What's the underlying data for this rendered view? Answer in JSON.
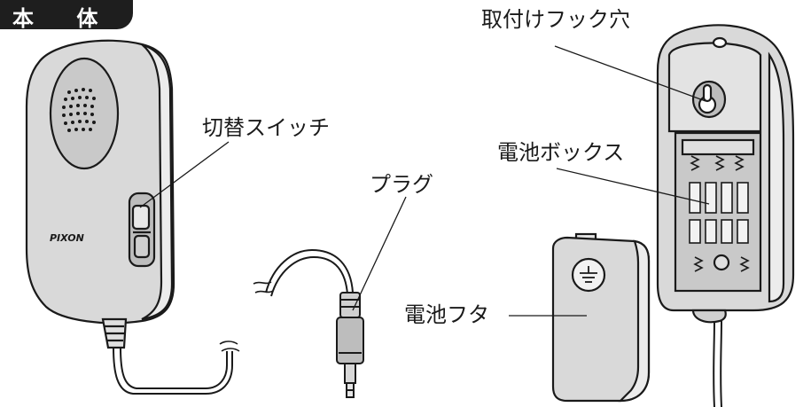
{
  "header": {
    "title": "本 体"
  },
  "device": {
    "brand_logo": "PIXON"
  },
  "labels": {
    "switch": "切替スイッチ",
    "plug": "プラグ",
    "hook_hole": "取付けフック穴",
    "battery_box": "電池ボックス",
    "battery_cover": "電池フタ"
  },
  "colors": {
    "body_fill": "#d9d9d9",
    "outline": "#1a1a1a",
    "header_bg": "#1e1e1e",
    "header_text": "#ffffff"
  }
}
